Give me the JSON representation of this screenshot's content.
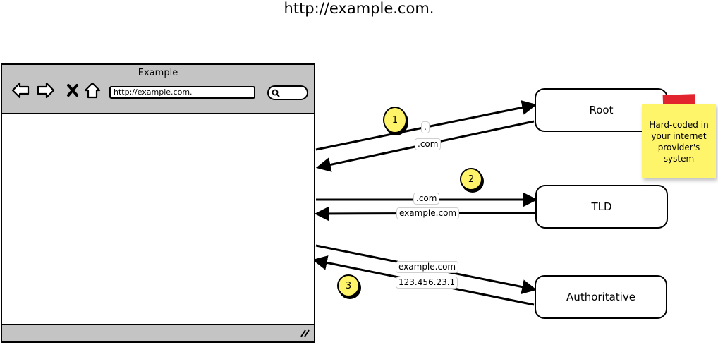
{
  "title": "http://example.com.",
  "browser": {
    "window_title": "Example",
    "url": "http://example.com."
  },
  "nodes": {
    "root": "Root",
    "tld": "TLD",
    "authoritative": "Authoritative"
  },
  "steps": [
    "1",
    "2",
    "3"
  ],
  "edges": {
    "to_root": ".",
    "from_root": ".com",
    "to_tld": ".com",
    "from_tld": "example.com",
    "to_auth": "example.com",
    "from_auth": "123.456.23.1"
  },
  "note": "Hard-coded in your internet provider's system",
  "colors": {
    "window_chrome": "#c4c4c4",
    "step_marker": "#fff36a",
    "sticky_note": "#fff56b",
    "tape": "#e2242e"
  },
  "icons": [
    "back-arrow-icon",
    "forward-arrow-icon",
    "close-x-icon",
    "home-icon",
    "search-magnifier-icon",
    "resize-grip-icon"
  ]
}
